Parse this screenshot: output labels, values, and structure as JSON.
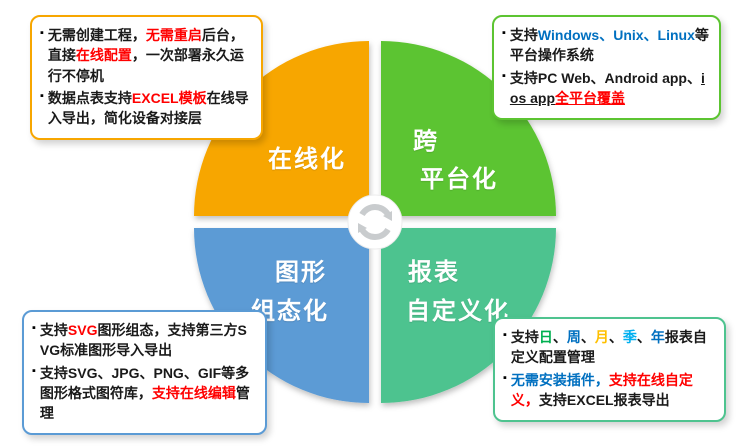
{
  "ui": {
    "bullet_char": "▪"
  },
  "center_icon": {
    "name": "cycle-arrows",
    "color": "#C9CCCE"
  },
  "quadrants": [
    {
      "label_lines": [
        "在线化"
      ],
      "color": "#F7A600"
    },
    {
      "label_lines": [
        "跨",
        "平台化"
      ],
      "color": "#5CC431"
    },
    {
      "label_lines": [
        "图形",
        "组态化"
      ],
      "color": "#5B9BD5"
    },
    {
      "label_lines": [
        "报表",
        "自定义化"
      ],
      "color": "#4EC38F"
    }
  ],
  "callouts": {
    "top_left": {
      "border_color": "#F7A600",
      "bullets": [
        {
          "segments": [
            {
              "text": "无需创建工程，",
              "color": "#1a1a1a"
            },
            {
              "text": "无需重启",
              "color": "#FF0000"
            },
            {
              "text": "后台，直接",
              "color": "#1a1a1a"
            },
            {
              "text": "在线配置",
              "color": "#FF0000"
            },
            {
              "text": "，一次部署永久运行不停机",
              "color": "#1a1a1a"
            }
          ]
        },
        {
          "segments": [
            {
              "text": "数据点表支持",
              "color": "#1a1a1a"
            },
            {
              "text": "EXCEL模板",
              "color": "#FF0000"
            },
            {
              "text": "在线导入导出，简化设备对接层",
              "color": "#1a1a1a"
            }
          ]
        }
      ]
    },
    "top_right": {
      "border_color": "#5CC431",
      "bullets": [
        {
          "segments": [
            {
              "text": "支持",
              "color": "#1a1a1a"
            },
            {
              "text": "Windows、Unix、Linux",
              "color": "#0070C0"
            },
            {
              "text": "等平台操作系统",
              "color": "#1a1a1a"
            }
          ]
        },
        {
          "segments": [
            {
              "text": "支持PC Web、Android app、",
              "color": "#1a1a1a"
            },
            {
              "text": "ios app",
              "color": "#1a1a1a"
            },
            {
              "text": "全平台覆盖",
              "color": "#FF0000"
            }
          ]
        }
      ]
    },
    "bottom_left": {
      "border_color": "#5B9BD5",
      "bullets": [
        {
          "segments": [
            {
              "text": "支持",
              "color": "#1a1a1a"
            },
            {
              "text": "SVG",
              "color": "#FF0000"
            },
            {
              "text": "图形组态，支持第三方SVG标准图形导入导出",
              "color": "#1a1a1a"
            }
          ]
        },
        {
          "segments": [
            {
              "text": "支持SVG、JPG、PNG、GIF等多图形格式图符库，",
              "color": "#1a1a1a"
            },
            {
              "text": "支持在线编辑",
              "color": "#FF0000"
            },
            {
              "text": "管理",
              "color": "#1a1a1a"
            }
          ]
        }
      ]
    },
    "bottom_right": {
      "border_color": "#4EC38F",
      "bullets": [
        {
          "segments": [
            {
              "text": "支持",
              "color": "#1a1a1a"
            },
            {
              "text": "日",
              "color": "#00B050"
            },
            {
              "text": "、",
              "color": "#1a1a1a"
            },
            {
              "text": "周",
              "color": "#0070C0"
            },
            {
              "text": "、",
              "color": "#1a1a1a"
            },
            {
              "text": "月",
              "color": "#FFC000"
            },
            {
              "text": "、",
              "color": "#1a1a1a"
            },
            {
              "text": "季",
              "color": "#00B0F0"
            },
            {
              "text": "、",
              "color": "#1a1a1a"
            },
            {
              "text": "年",
              "color": "#0070C0"
            },
            {
              "text": "报表自定义配置管理",
              "color": "#1a1a1a"
            }
          ]
        },
        {
          "segments": [
            {
              "text": "无需安装插件，",
              "color": "#0070C0"
            },
            {
              "text": "支持在线自定义，",
              "color": "#FF0000"
            },
            {
              "text": "支持EXCEL报表导出",
              "color": "#1a1a1a"
            }
          ]
        }
      ]
    }
  }
}
